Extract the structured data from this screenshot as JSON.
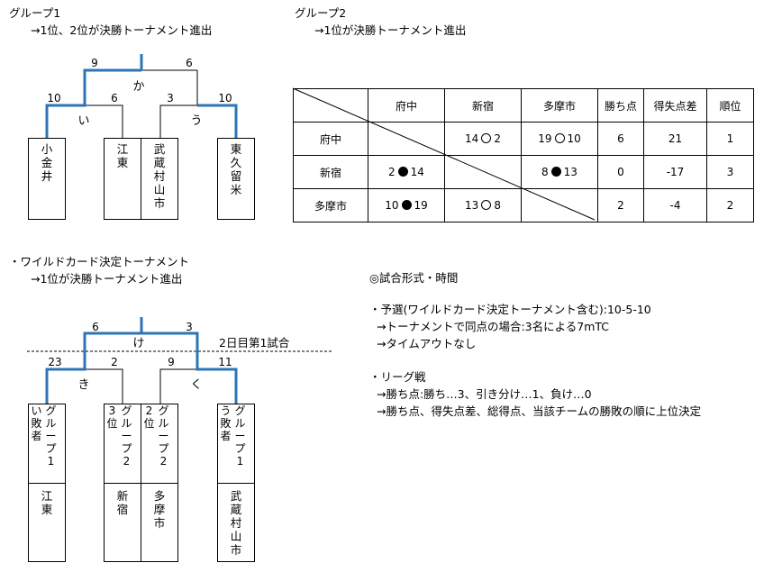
{
  "group1": {
    "title": "グループ1",
    "note": "→1位、2位が決勝トーナメント進出",
    "scores": {
      "top_left": "9",
      "top_right": "6",
      "i_left": "10",
      "i_right": "6",
      "u_left": "3",
      "u_right": "10"
    },
    "match_labels": {
      "final": "か",
      "left": "い",
      "right": "う"
    },
    "teams": [
      "小金井",
      "江東",
      "武蔵村山市",
      "東久留米"
    ]
  },
  "group2": {
    "title": "グループ2",
    "note": "→1位が決勝トーナメント進出",
    "headers": [
      "府中",
      "新宿",
      "多摩市",
      "勝ち点",
      "得失点差",
      "順位"
    ],
    "rows": [
      {
        "team": "府中",
        "cells": [
          "",
          "14|W|2",
          "19|W|10"
        ],
        "points": "6",
        "diff": "21",
        "rank": "1"
      },
      {
        "team": "新宿",
        "cells": [
          "2|L|14",
          "",
          "8|L|13"
        ],
        "points": "0",
        "diff": "-17",
        "rank": "3"
      },
      {
        "team": "多摩市",
        "cells": [
          "10|L|19",
          "13|W|8",
          ""
        ],
        "points": "2",
        "diff": "-4",
        "rank": "2"
      }
    ]
  },
  "wildcard": {
    "title": "・ワイルドカード決定トーナメント",
    "note": "→1位が決勝トーナメント進出",
    "scores": {
      "top_left": "6",
      "top_right": "3",
      "ki_left": "23",
      "ki_right": "2",
      "ku_left": "9",
      "ku_right": "11"
    },
    "match_labels": {
      "final": "け",
      "left": "き",
      "right": "く"
    },
    "schedule_note": "2日目第1試合",
    "slots": [
      {
        "seed": [
          "い",
          "敗者"
        ],
        "group": [
          "グ",
          "ル",
          "ー",
          "プ",
          "1"
        ],
        "team": "江東"
      },
      {
        "seed": [
          "3",
          "位"
        ],
        "group": [
          "グ",
          "ル",
          "ー",
          "プ",
          "2"
        ],
        "team": "新宿"
      },
      {
        "seed": [
          "2",
          "位"
        ],
        "group": [
          "グ",
          "ル",
          "ー",
          "プ",
          "2"
        ],
        "team": "多摩市"
      },
      {
        "seed": [
          "う",
          "敗者"
        ],
        "group": [
          "グ",
          "ル",
          "ー",
          "プ",
          "1"
        ],
        "team": "武蔵村山市"
      }
    ]
  },
  "format": {
    "heading": "◎試合形式・時間",
    "lines": [
      "・予選(ワイルドカード決定トーナメント含む):10-5-10",
      "→トーナメントで同点の場合:3名による7mTC",
      "→タイムアウトなし",
      "・リーグ戦",
      "→勝ち点:勝ち…3、引き分け…1、負け…0",
      "→勝ち点、得失点差、総得点、当該チームの勝敗の順に上位決定"
    ]
  },
  "colors": {
    "winner_line": "#2E75B6",
    "line": "#000000"
  }
}
